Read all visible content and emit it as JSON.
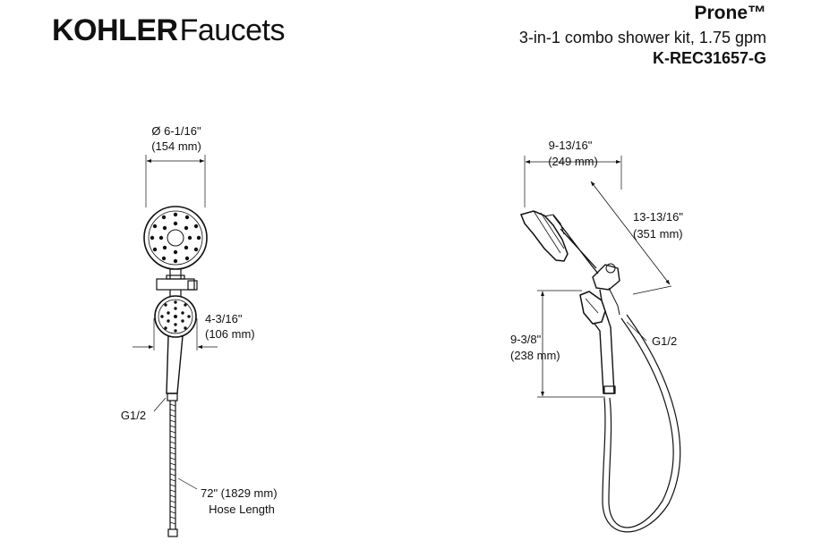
{
  "brand": {
    "name": "KOHLER",
    "suffix": "Faucets"
  },
  "product": {
    "name": "Prone™",
    "description": "3-in-1 combo shower kit, 1.75 gpm",
    "code": "K-REC31657-G"
  },
  "front_view": {
    "showerhead_width_in": "Ø 6-1/16\"",
    "showerhead_width_mm": "(154 mm)",
    "handshower_width_in": "4-3/16\"",
    "handshower_width_mm": "(106 mm)",
    "connection": "G1/2",
    "hose_length_in": "72\" (1829 mm)",
    "hose_length_label": "Hose Length"
  },
  "side_view": {
    "depth_in": "9-13/16\"",
    "depth_mm": "(249 mm)",
    "arm_length_in": "13-13/16\"",
    "arm_length_mm": "(351 mm)",
    "handshower_length_in": "9-3/8\"",
    "handshower_length_mm": "(238 mm)",
    "connection": "G1/2"
  }
}
